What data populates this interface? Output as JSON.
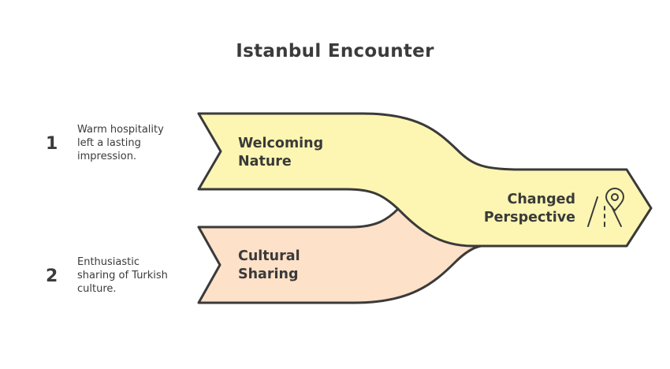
{
  "title": "Istanbul Encounter",
  "items": [
    {
      "number": "1",
      "description": [
        "Warm hospitality",
        "left a lasting",
        "impression."
      ],
      "label": [
        "Welcoming",
        "Nature"
      ]
    },
    {
      "number": "2",
      "description": [
        "Enthusiastic",
        "sharing of Turkish",
        "culture."
      ],
      "label": [
        "Cultural",
        "Sharing"
      ]
    }
  ],
  "result": {
    "label": [
      "Changed",
      "Perspective"
    ],
    "icon": "road-with-location-pin"
  },
  "colors": {
    "yellow_fill": "#fdf6b2",
    "peach_fill": "#fde1c8",
    "outline": "#3a3a3a"
  }
}
